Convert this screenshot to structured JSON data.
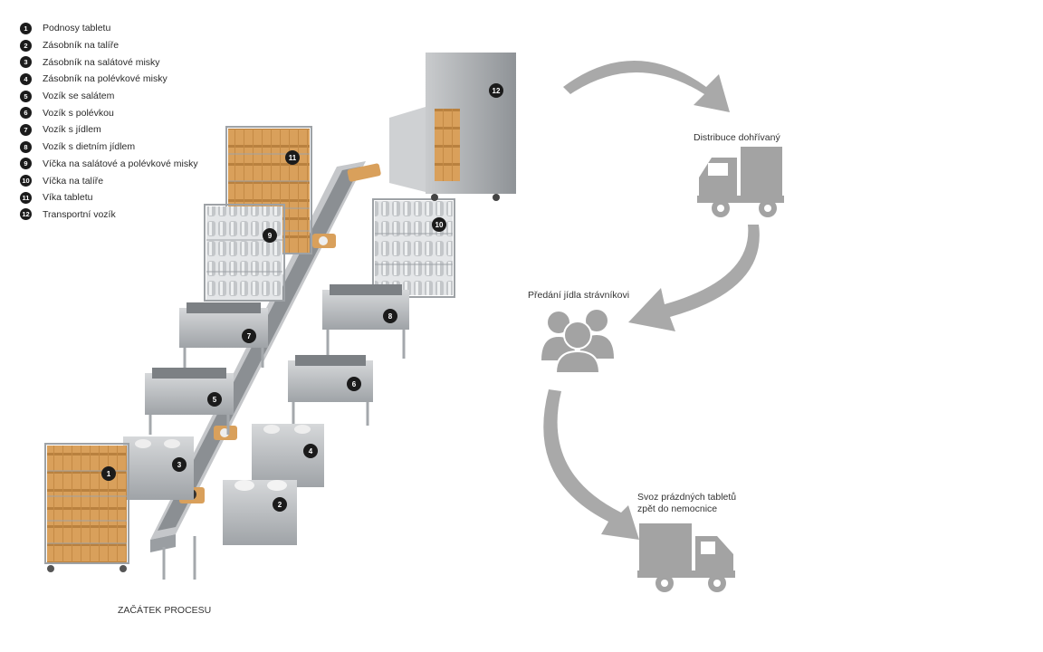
{
  "legend": [
    {
      "num": "1",
      "label": "Podnosy tabletu"
    },
    {
      "num": "2",
      "label": "Zásobník na talíře"
    },
    {
      "num": "3",
      "label": "Zásobník na salátové misky"
    },
    {
      "num": "4",
      "label": "Zásobník na polévkové misky"
    },
    {
      "num": "5",
      "label": "Vozík se salátem"
    },
    {
      "num": "6",
      "label": "Vozík s polévkou"
    },
    {
      "num": "7",
      "label": "Vozík s jídlem"
    },
    {
      "num": "8",
      "label": "Vozík s dietním jídlem"
    },
    {
      "num": "9",
      "label": "Víčka na salátové a polévkové misky"
    },
    {
      "num": "10",
      "label": "Víčka na talíře"
    },
    {
      "num": "11",
      "label": "Víka tabletu"
    },
    {
      "num": "12",
      "label": "Transportní vozík"
    }
  ],
  "process": {
    "start": "ZAČÁTEK PROCESU",
    "distribution": "Distribuce dohřívaný",
    "handover": "Předání jídla strávníkovi",
    "return_line1": "Svoz prázdných tabletů",
    "return_line2": "zpět do nemocnice"
  },
  "icons": [
    "truck-icon",
    "people-icon",
    "curved-arrow-icon"
  ],
  "colors": {
    "steel": "#b9bcbf",
    "tray": "#d9a05b",
    "arrow": "#a9a9a9",
    "icon": "#a3a3a3",
    "badge": "#1b1b1b"
  }
}
